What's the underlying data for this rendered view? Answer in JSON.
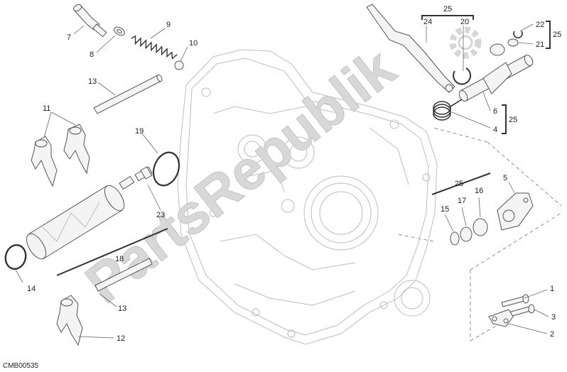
{
  "diagram_code": "CMB00535",
  "watermark": "PartsRepublik",
  "callouts": [
    {
      "id": "c7",
      "text": "7"
    },
    {
      "id": "c8",
      "text": "8"
    },
    {
      "id": "c9",
      "text": "9"
    },
    {
      "id": "c10",
      "text": "10"
    },
    {
      "id": "c13a",
      "text": "13"
    },
    {
      "id": "c11",
      "text": "11"
    },
    {
      "id": "c19",
      "text": "19"
    },
    {
      "id": "c23",
      "text": "23"
    },
    {
      "id": "c18",
      "text": "18"
    },
    {
      "id": "c14",
      "text": "14"
    },
    {
      "id": "c13b",
      "text": "13"
    },
    {
      "id": "c12",
      "text": "12"
    },
    {
      "id": "c25top",
      "text": "25"
    },
    {
      "id": "c24",
      "text": "24"
    },
    {
      "id": "c20",
      "text": "20"
    },
    {
      "id": "c22",
      "text": "22"
    },
    {
      "id": "c21",
      "text": "21"
    },
    {
      "id": "c25r",
      "text": "25"
    },
    {
      "id": "c6",
      "text": "6"
    },
    {
      "id": "c4",
      "text": "4"
    },
    {
      "id": "c25b",
      "text": "25"
    },
    {
      "id": "c25m",
      "text": "25"
    },
    {
      "id": "c5",
      "text": "5"
    },
    {
      "id": "c16",
      "text": "16"
    },
    {
      "id": "c17",
      "text": "17"
    },
    {
      "id": "c15",
      "text": "15"
    },
    {
      "id": "c1",
      "text": "1"
    },
    {
      "id": "c3",
      "text": "3"
    },
    {
      "id": "c2",
      "text": "2"
    }
  ]
}
